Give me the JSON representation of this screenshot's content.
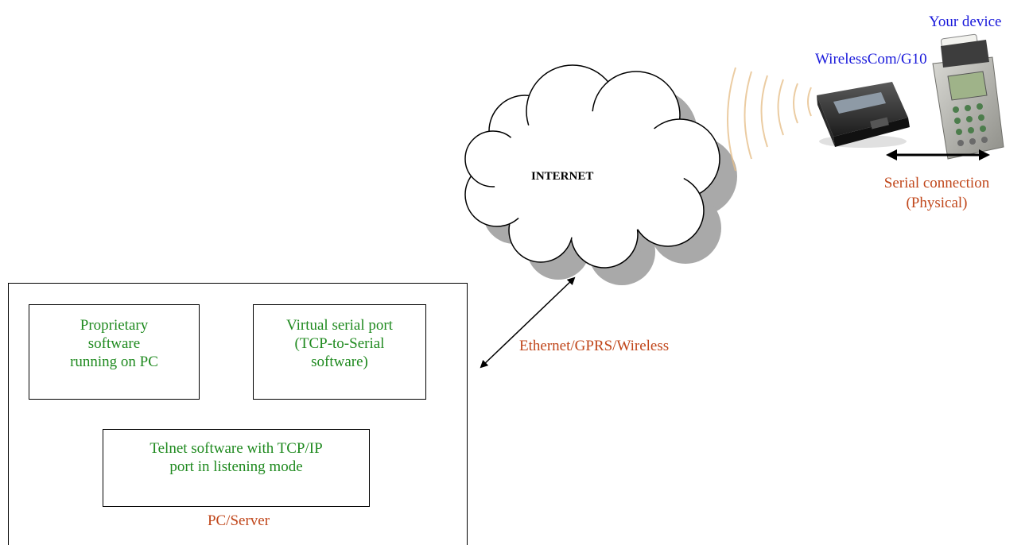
{
  "cloud": {
    "label": "INTERNET"
  },
  "network": {
    "label": "Ethernet/GPRS/Wireless"
  },
  "server": {
    "label": "PC/Server",
    "proprietary": [
      "Proprietary",
      "software",
      "running on PC"
    ],
    "virtual_port": [
      "Virtual serial port",
      "(TCP-to-Serial",
      "software)"
    ],
    "telnet": [
      "Telnet software with TCP/IP",
      "port in listening mode"
    ]
  },
  "modem": {
    "label": "WirelessCom/G10"
  },
  "device": {
    "label": "Your device"
  },
  "serial": {
    "lines": [
      "Serial connection",
      "(Physical)"
    ]
  },
  "colors": {
    "green": "#1f8a1f",
    "orange": "#c0461a",
    "blue": "#1a1adb",
    "black": "#000000",
    "cloud_shadow": "#a9a9a9"
  },
  "icons": {
    "modem": "wireless-modem-icon",
    "device": "payment-terminal-icon",
    "waves": "radio-waves-icon"
  }
}
